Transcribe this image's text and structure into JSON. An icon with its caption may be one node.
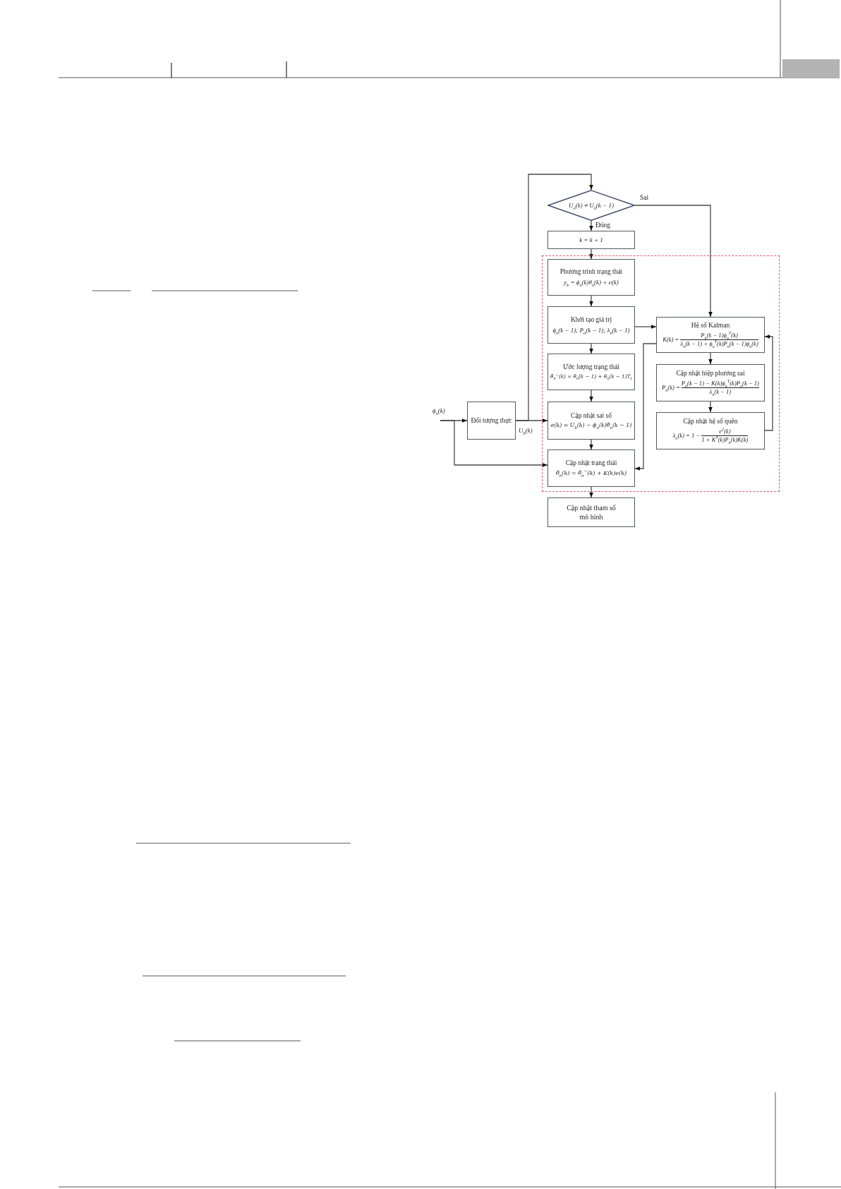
{
  "diagram": {
    "nodes": [
      {
        "text": [
          "U$_{n}$(k) ≠ U$_{n}$(k − 1)"
        ]
      },
      {
        "text": [
          "k = k + 1"
        ]
      },
      {
        "text": [],
        "shape": "box"
      },
      {
        "text": [
          "Phương trình trạng thái",
          "y$_{k}$ = ϕ$_{n}$(k)θ$_{n}$(k) + e(k)"
        ],
        "in": 2
      },
      {
        "text": [
          "Khởi tạo giá trị",
          "ϕ$_{n}$(k − 1); P$_{n}$(k − 1); λ$_{n}$(k − 1)"
        ],
        "in": 2
      },
      {
        "text": [
          "Ước lượng trạng thái",
          "θ̂$_{n}$$^{−}$(k) = θ̂$_{n}$(k − 1) + θ̇$_{n}$(k − 1)T$_{s}$"
        ],
        "in": 2
      },
      {
        "text": [
          "Cập nhật sai số",
          "e(k) = U$_{b}$(k) − ϕ$_{n}$(k)θ̂$_{n}$(k − 1)"
        ],
        "in": 2
      },
      {
        "text": [
          "Cập nhật trạng thái",
          "θ̂$_{n}$(k) = θ̂$_{n}$$^{−}$(k) + K(k)e(k)"
        ],
        "in": 2
      },
      {
        "text": [
          "Hệ số Kalman",
          "K(k) =",
          "P$_{n}$(k − 1)ϕ$_{n}$$^{T}$(k)",
          "λ$_{n}$(k − 1) + ϕ$_{n}$$^{T}$(k)P$_{n}$(k − 1)ϕ$_{n}$(k)"
        ],
        "in": 2
      },
      {
        "text": [
          "Cập nhật hiệp phương sai",
          "P$_{n}$(k) =",
          "P$_{n}$(k − 1) − K(k)ϕ$_{n}$$^{T}$(k)P$_{n}$(k − 1)",
          "λ$_{n}$(k − 1)"
        ],
        "in": 2
      },
      {
        "text": [
          "Cập nhật hệ số quên",
          "λ$_{n}$(k) = 1 −",
          "e$^{2}$(k)",
          "1 + K$^{T}$(k)P$_{n}$(k)K(k)"
        ],
        "in": 2
      },
      {
        "text": [
          "ϕ$_{n}$(k)"
        ]
      },
      {
        "text": [
          "Đối tượng thực"
        ]
      },
      {
        "text": [
          "Cập nhật tham số mô hình"
        ]
      }
    ],
    "edges": [
      {
        "from": 11,
        "to": 12,
        "arrow": "to"
      },
      {
        "from": 11,
        "to": 7,
        "arrow": "to"
      },
      {
        "from": 12,
        "to": 6,
        "arrow": "to",
        "label": "U$_{b}$(k)"
      },
      {
        "from": 12,
        "to": 0,
        "arrow": "to"
      },
      {
        "from": 0,
        "to": 1,
        "arrow": "to",
        "label": "Đúng"
      },
      {
        "from": 0,
        "to": 8,
        "arrow": "to",
        "label": "Sai"
      },
      {
        "from": 1,
        "to": 3,
        "arrow": "to"
      },
      {
        "from": 3,
        "to": 4,
        "arrow": "to"
      },
      {
        "from": 4,
        "to": 5,
        "arrow": "to"
      },
      {
        "from": 5,
        "to": 6,
        "arrow": "to"
      },
      {
        "from": 6,
        "to": 7,
        "arrow": "to"
      },
      {
        "from": 7,
        "to": 13,
        "arrow": "to"
      },
      {
        "from": 4,
        "to": 8,
        "arrow": "to"
      },
      {
        "from": 8,
        "to": 9,
        "arrow": "to"
      },
      {
        "from": 9,
        "to": 10,
        "arrow": "to"
      },
      {
        "from": 10,
        "to": 8,
        "arrow": "to"
      },
      {
        "from": 8,
        "to": 7,
        "arrow": "to"
      }
    ]
  }
}
